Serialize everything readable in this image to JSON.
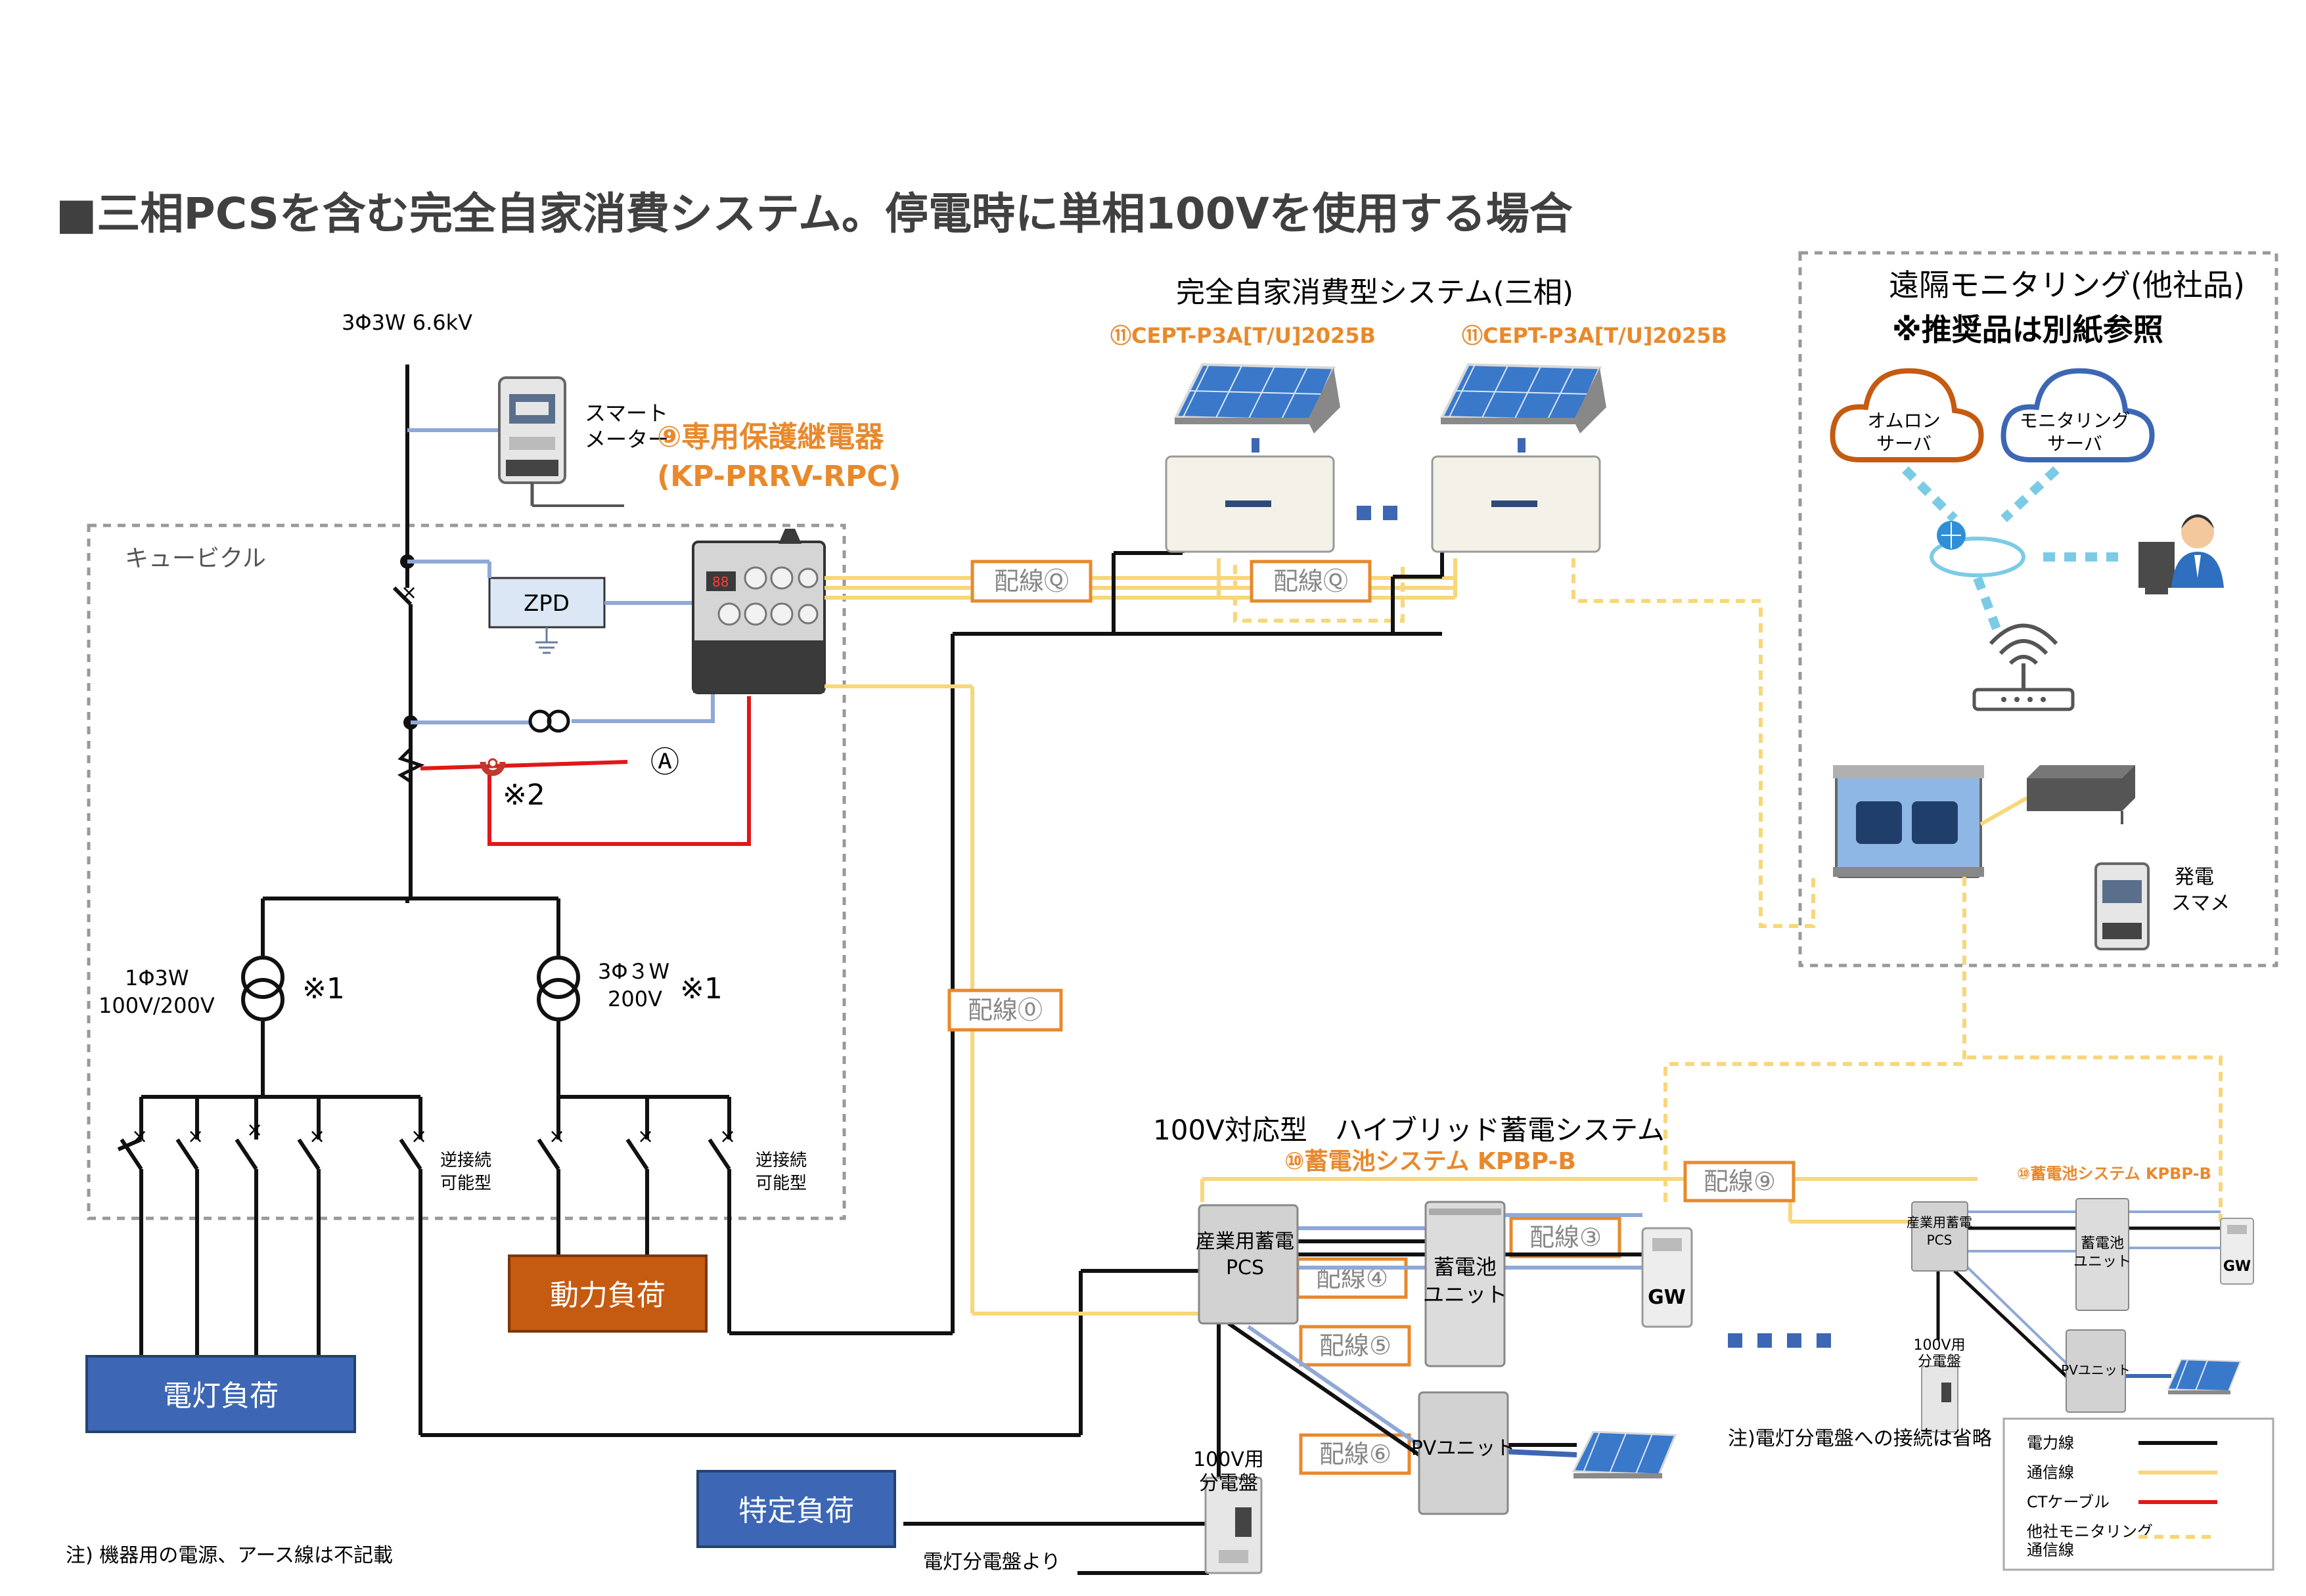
{
  "title": "■三相PCSを含む完全自家消費システム。停電時に単相100Vを使用する場合",
  "colors": {
    "power_line": "#111111",
    "comm_line": "#f8d77a",
    "ct_cable": "#e01818",
    "monitor_dashed": "#f8d77a",
    "control_line": "#8fa8d8",
    "accent_orange": "#e8892c",
    "load_blue": "#3d67b4",
    "load_orange": "#c55a11"
  },
  "grid": {
    "source_label": "3Φ3W 6.6kV",
    "smart_meter_label_1": "スマート",
    "smart_meter_label_2": "メーター",
    "relay_label_1": "⑨専用保護継電器",
    "relay_label_2": "(KP-PRRV-RPC)",
    "cubicle_label": "キュービクル",
    "zpd_label": "ZPD",
    "ct_point": "Ⓐ",
    "note2": "※2",
    "tr1_label_1": "1Φ3W",
    "tr1_label_2": "100V/200V",
    "tr2_label_1": "3Φ３W",
    "tr2_label_2": "200V",
    "note1": "※1",
    "reverse_1": "逆接続",
    "reverse_2": "可能型"
  },
  "loads": {
    "lighting": "電灯負荷",
    "power": "動力負荷",
    "specific": "特定負荷"
  },
  "pv_system": {
    "title": "完全自家消費型システム(三相)",
    "model_1": "⑪CEPT-P3A[T/U]2025B",
    "model_2": "⑪CEPT-P3A[T/U]2025B"
  },
  "monitoring": {
    "title": "遠隔モニタリング(他社品)",
    "subtitle": "※推奨品は別紙参照",
    "cloud_1_line1": "オムロン",
    "cloud_1_line2": "サーバ",
    "cloud_2_line1": "モニタリング",
    "cloud_2_line2": "サーバ",
    "gen_meter_1": "発電",
    "gen_meter_2": "スマメ"
  },
  "wiring": {
    "q1": "配線Ⓠ",
    "q2": "配線Ⓠ",
    "o": "配線⓪",
    "w9": "配線⑨",
    "w3": "配線③",
    "w4": "配線④",
    "w5": "配線⑤",
    "w6": "配線⑥"
  },
  "hybrid": {
    "title": "100V対応型　ハイブリッド蓄電システム",
    "model": "⑩蓄電池システム KPBP-B",
    "pcs_1": "産業用蓄電",
    "pcs_2": "PCS",
    "battery_1": "蓄電池",
    "battery_2": "ユニット",
    "gw": "GW",
    "pv_unit": "PVユニット",
    "panel_1": "100V用",
    "panel_2": "分電盤",
    "from_panel": "電灯分電盤より"
  },
  "hybrid_small": {
    "model": "⑩蓄電池システム KPBP-B",
    "pcs_1": "産業用蓄電",
    "pcs_2": "PCS",
    "battery_1": "蓄電池",
    "battery_2": "ユニット",
    "gw": "GW",
    "pv_unit": "PVユニット",
    "panel_1": "100V用",
    "panel_2": "分電盤"
  },
  "notes": {
    "omitted": "注)電灯分電盤への接続は省略",
    "footer": "注) 機器用の電源、アース線は不記載"
  },
  "legend": {
    "power": "電力線",
    "comm": "通信線",
    "ct": "CTケーブル",
    "monitor_1": "他社モニタリング",
    "monitor_2": "通信線"
  }
}
